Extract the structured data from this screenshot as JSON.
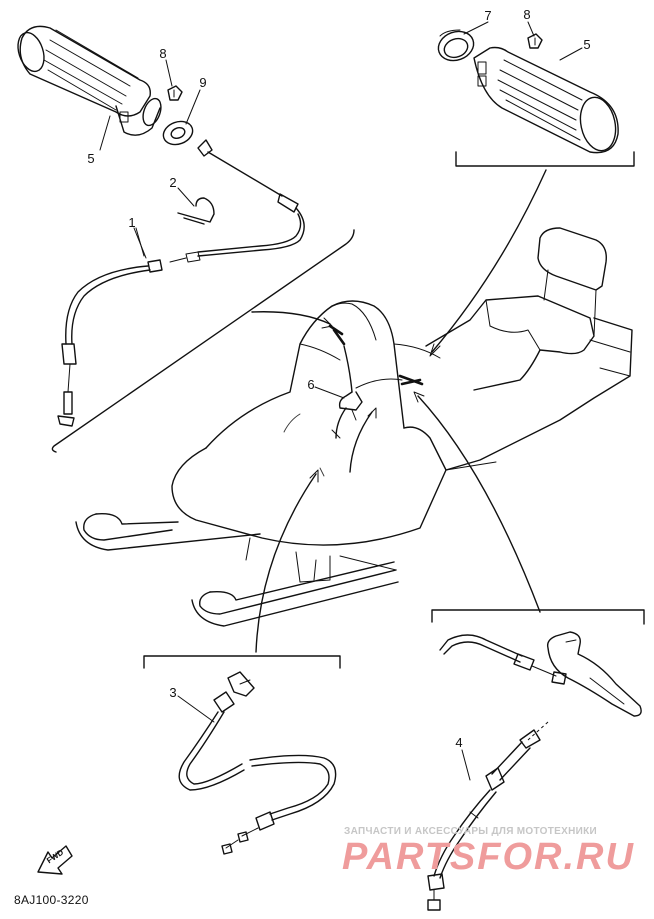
{
  "diagram": {
    "part_code": "8AJ100-3220",
    "front_marker": "FWD",
    "callouts": {
      "c1": "1",
      "c2": "2",
      "c3": "3",
      "c4": "4",
      "c5_left": "5",
      "c5_right": "5",
      "c6": "6",
      "c7": "7",
      "c8_left": "8",
      "c8_right": "8",
      "c9": "9"
    },
    "watermark": {
      "tagline": "ЗАПЧАСТИ И АКСЕССУАРЫ ДЛЯ МОТОТЕХНИКИ",
      "logo": "PARTSFOR.RU"
    }
  }
}
